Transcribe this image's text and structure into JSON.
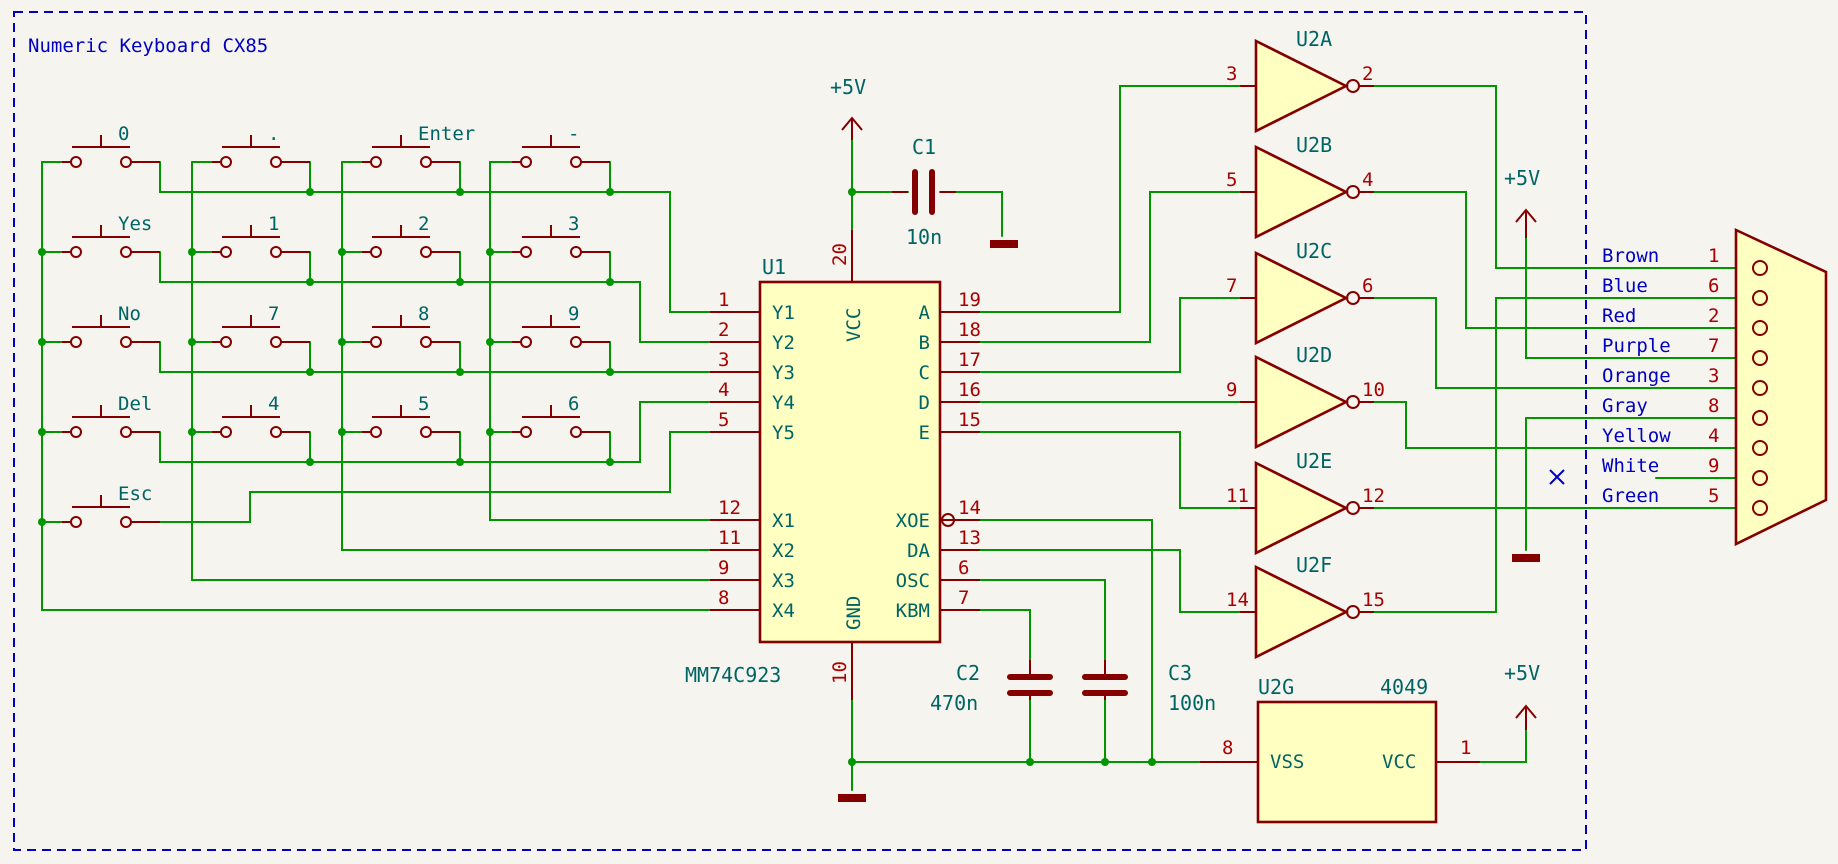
{
  "title": "Numeric Keyboard CX85",
  "switches": [
    {
      "label": "0"
    },
    {
      "label": "."
    },
    {
      "label": "Enter"
    },
    {
      "label": "-"
    },
    {
      "label": "Yes"
    },
    {
      "label": "1"
    },
    {
      "label": "2"
    },
    {
      "label": "3"
    },
    {
      "label": "No"
    },
    {
      "label": "7"
    },
    {
      "label": "8"
    },
    {
      "label": "9"
    },
    {
      "label": "Del"
    },
    {
      "label": "4"
    },
    {
      "label": "5"
    },
    {
      "label": "6"
    },
    {
      "label": "Esc"
    }
  ],
  "u1": {
    "ref": "U1",
    "part": "MM74C923",
    "vcc_pin": "20",
    "gnd_pin": "10",
    "left_pins": [
      {
        "num": "1",
        "name": "Y1"
      },
      {
        "num": "2",
        "name": "Y2"
      },
      {
        "num": "3",
        "name": "Y3"
      },
      {
        "num": "4",
        "name": "Y4"
      },
      {
        "num": "5",
        "name": "Y5"
      },
      {
        "num": "12",
        "name": "X1"
      },
      {
        "num": "11",
        "name": "X2"
      },
      {
        "num": "9",
        "name": "X3"
      },
      {
        "num": "8",
        "name": "X4"
      }
    ],
    "right_pins": [
      {
        "num": "19",
        "name": "A"
      },
      {
        "num": "18",
        "name": "B"
      },
      {
        "num": "17",
        "name": "C"
      },
      {
        "num": "16",
        "name": "D"
      },
      {
        "num": "15",
        "name": "E"
      },
      {
        "num": "14",
        "name": "XOE"
      },
      {
        "num": "13",
        "name": "DA"
      },
      {
        "num": "6",
        "name": "OSC"
      },
      {
        "num": "7",
        "name": "KBM"
      }
    ],
    "vcc_name": "VCC",
    "gnd_name": "GND"
  },
  "caps": [
    {
      "ref": "C1",
      "value": "10n"
    },
    {
      "ref": "C2",
      "value": "470n"
    },
    {
      "ref": "C3",
      "value": "100n"
    }
  ],
  "power": {
    "vcc_label": "+5V"
  },
  "inverters": [
    {
      "ref": "U2A",
      "in": "3",
      "out": "2"
    },
    {
      "ref": "U2B",
      "in": "5",
      "out": "4"
    },
    {
      "ref": "U2C",
      "in": "7",
      "out": "6"
    },
    {
      "ref": "U2D",
      "in": "9",
      "out": "10"
    },
    {
      "ref": "U2E",
      "in": "11",
      "out": "12"
    },
    {
      "ref": "U2F",
      "in": "14",
      "out": "15"
    }
  ],
  "u2g": {
    "ref": "U2G",
    "part": "4049",
    "vss": "VSS",
    "vcc": "VCC",
    "vss_pin": "8",
    "vcc_pin": "1"
  },
  "connector": {
    "pins": [
      {
        "name": "Brown",
        "num": "1"
      },
      {
        "name": "Blue",
        "num": "6"
      },
      {
        "name": "Red",
        "num": "2"
      },
      {
        "name": "Purple",
        "num": "7"
      },
      {
        "name": "Orange",
        "num": "3"
      },
      {
        "name": "Gray",
        "num": "8"
      },
      {
        "name": "Yellow",
        "num": "4"
      },
      {
        "name": "White",
        "num": "9"
      },
      {
        "name": "Green",
        "num": "5"
      }
    ]
  }
}
